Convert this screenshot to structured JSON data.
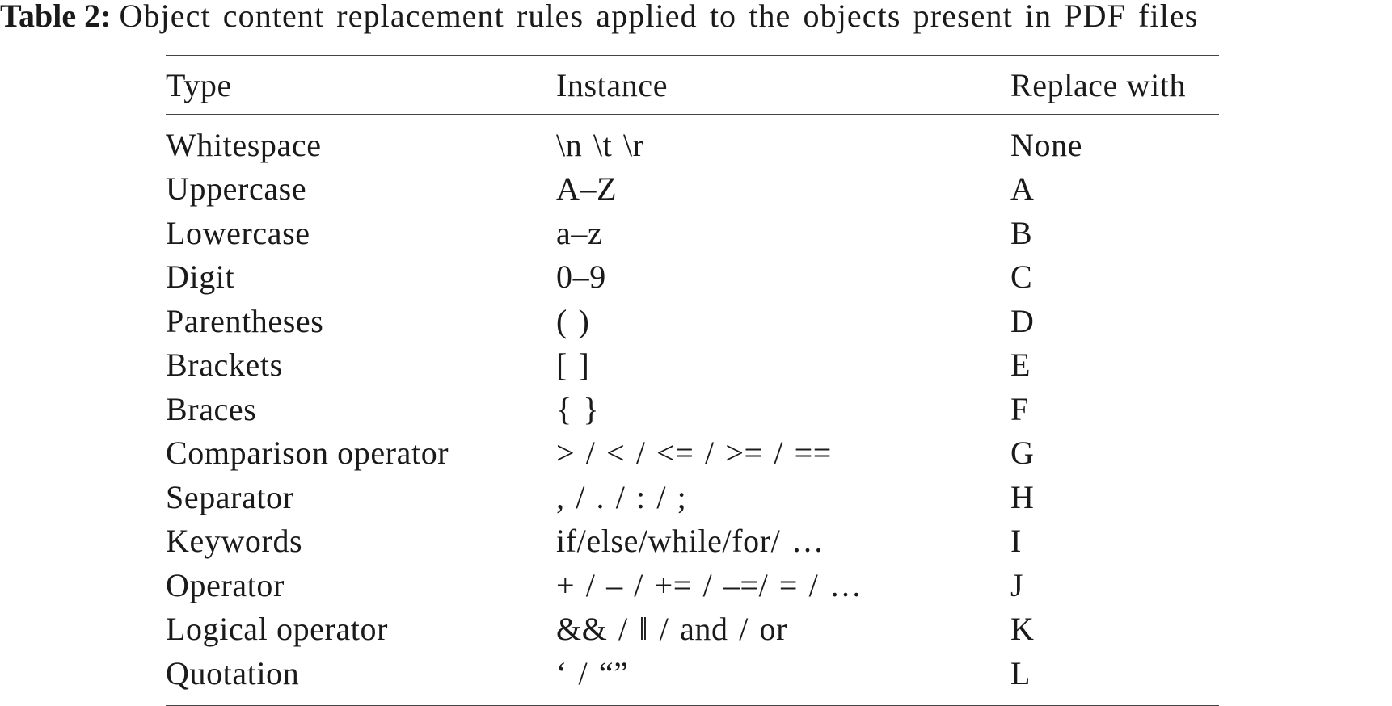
{
  "caption": {
    "label": "Table 2:",
    "text": "Object content replacement rules applied to the objects present in PDF files"
  },
  "table": {
    "headers": [
      "Type",
      "Instance",
      "Replace with"
    ],
    "rows": [
      {
        "type": "Whitespace",
        "instance": "\\n \\t \\r",
        "replace": "None"
      },
      {
        "type": "Uppercase",
        "instance": "A–Z",
        "replace": "A"
      },
      {
        "type": "Lowercase",
        "instance": "a–z",
        "replace": "B"
      },
      {
        "type": "Digit",
        "instance": "0–9",
        "replace": "C"
      },
      {
        "type": "Parentheses",
        "instance": "( )",
        "replace": "D"
      },
      {
        "type": "Brackets",
        "instance": "[ ]",
        "replace": "E"
      },
      {
        "type": "Braces",
        "instance": "{ }",
        "replace": "F"
      },
      {
        "type": "Comparison operator",
        "instance": "> / < / <= / >= / ==",
        "replace": "G"
      },
      {
        "type": "Separator",
        "instance": ", / . / : / ;",
        "replace": "H"
      },
      {
        "type": "Keywords",
        "instance": "if/else/while/for/ …",
        "replace": "I"
      },
      {
        "type": "Operator",
        "instance": "+ / – / += / –=/ = / …",
        "replace": "J"
      },
      {
        "type": "Logical operator",
        "instance": "&& / ‖ / and / or",
        "replace": "K"
      },
      {
        "type": "Quotation",
        "instance": "‘ / “”",
        "replace": "L"
      }
    ]
  }
}
